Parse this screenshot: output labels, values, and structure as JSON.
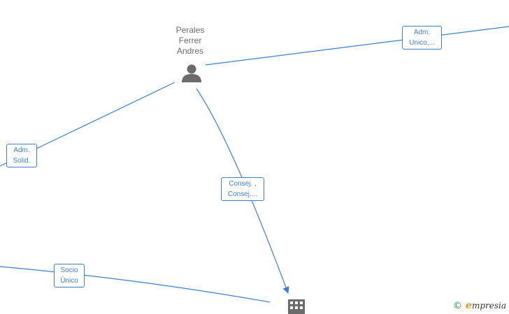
{
  "person": {
    "name_lines": [
      "Perales",
      "Ferrer",
      "Andres"
    ],
    "icon": "person-icon"
  },
  "company": {
    "icon": "building-icon"
  },
  "edge_labels": [
    {
      "id": "adm-unico",
      "lines": [
        "Adm.",
        "Unico,..."
      ]
    },
    {
      "id": "adm-solid",
      "lines": [
        "Adm.",
        "Solid."
      ]
    },
    {
      "id": "consej",
      "lines": [
        "Consej. ,",
        "Consej...."
      ]
    },
    {
      "id": "socio-unico",
      "lines": [
        "Socio",
        "Único"
      ]
    }
  ],
  "brand": {
    "copyright_symbol": "©",
    "initial": "e",
    "rest": "mpresia"
  },
  "colors": {
    "edge": "#3a7fd5",
    "icon": "#6b6b6b",
    "brand_accent": "#e8900f",
    "copyright": "#2a8a3c"
  }
}
